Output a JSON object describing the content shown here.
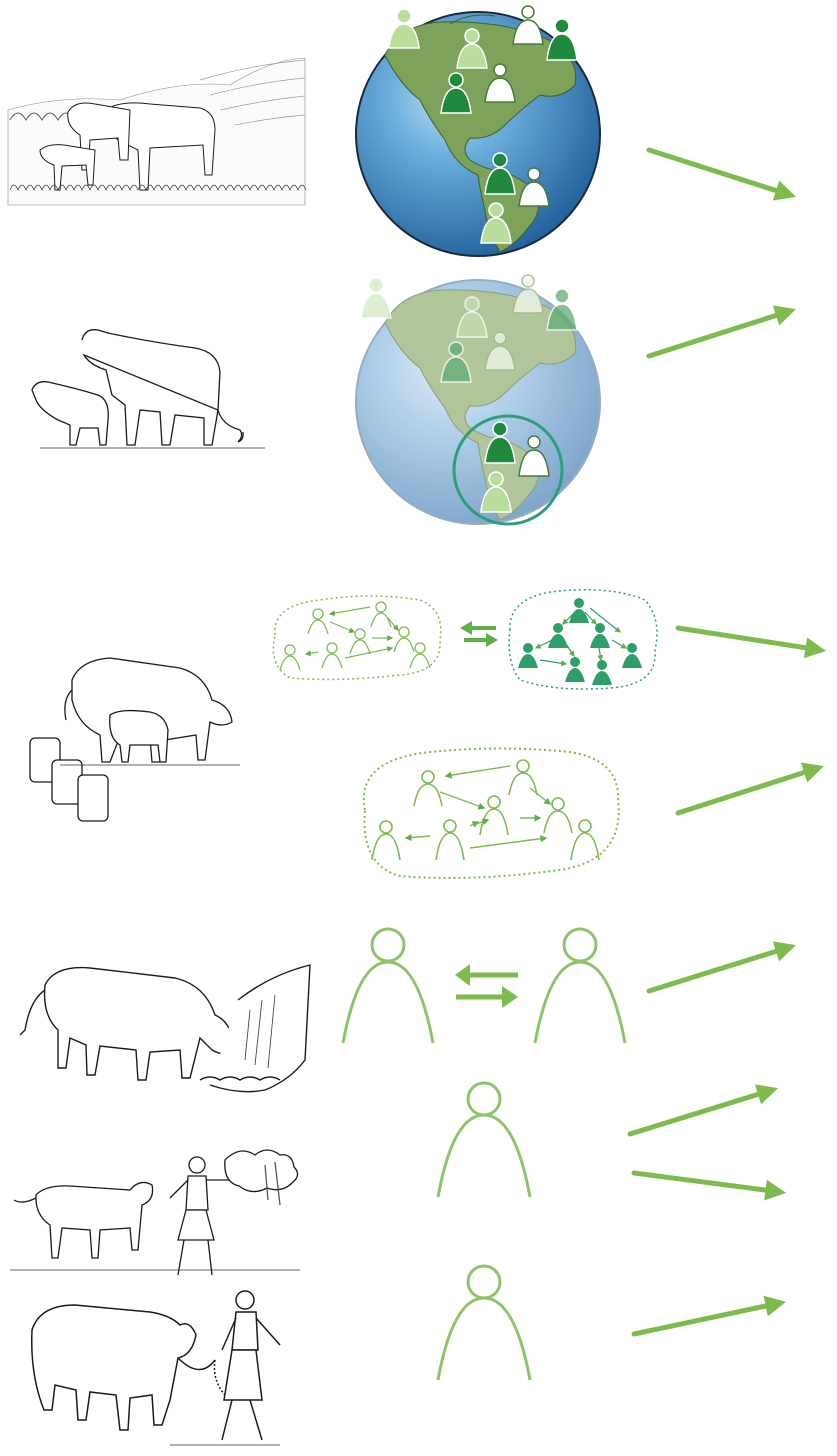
{
  "colors": {
    "accent": "#7dbb4e",
    "light_person": "#9dd07a",
    "dark_person": "#1f8a3e",
    "teal_person": "#2e9e6a",
    "ocean": "#3f8fc8",
    "land": "#6f9a4d",
    "outline": "#1a1a1a"
  },
  "rows": [
    {
      "id": "row-1",
      "illustration": "cattle-herd-in-grassland",
      "symbol": "globe-with-people-icon",
      "arrow": "down-right"
    },
    {
      "id": "row-2",
      "illustration": "cow-and-calf",
      "symbol": "faded-globe-with-highlighted-south-america-icon",
      "arrow": "up-right"
    },
    {
      "id": "row-3",
      "illustration": "cow-calf-and-milk-cans",
      "symbol": "two-linked-communities-icon",
      "arrow": "right"
    },
    {
      "id": "row-4",
      "illustration": "cow-calf-and-milk-cans",
      "symbol": "single-community-network-icon",
      "arrow": "up-right"
    },
    {
      "id": "row-5",
      "illustration": "cow-drinking-at-water",
      "symbol": "two-people-exchanging-icon",
      "arrow": "up-right"
    },
    {
      "id": "row-6",
      "illustration": "woman-pointing-with-cow",
      "symbol": "single-person-icon",
      "arrow": "split-up-and-right"
    },
    {
      "id": "row-7",
      "illustration": "woman-leading-cow-on-rope",
      "symbol": "single-person-icon",
      "arrow": "up-right"
    }
  ]
}
